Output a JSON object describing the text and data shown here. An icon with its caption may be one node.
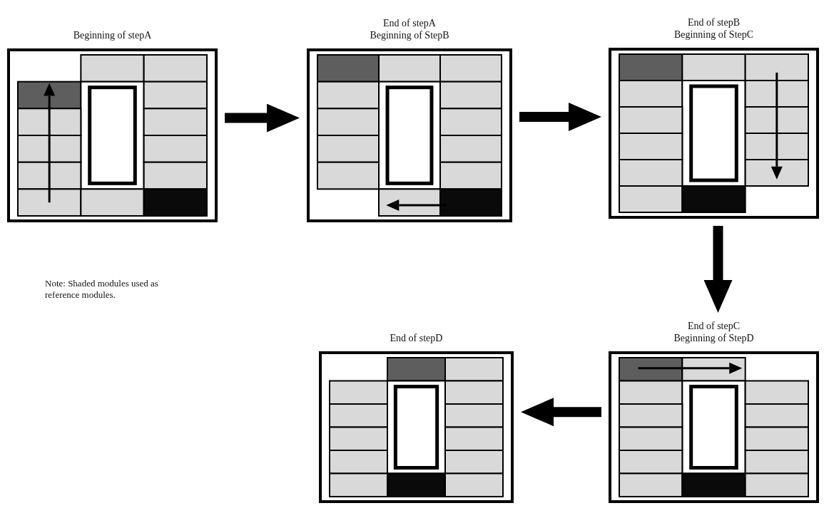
{
  "diagram": {
    "nodes": [
      {
        "text": [
          "Beginning of stepA"
        ]
      },
      {
        "text": [
          "End of stepA",
          "Beginning of StepB"
        ]
      },
      {
        "text": [
          "End of stepB",
          "Beginning of StepC"
        ]
      },
      {
        "text": [
          "End of stepD"
        ]
      },
      {
        "text": [
          "End of stepC",
          "Beginning of StepD"
        ]
      }
    ],
    "edges": [
      {
        "from": 0,
        "to": 1,
        "arrow": "to"
      },
      {
        "from": 1,
        "to": 2,
        "arrow": "to"
      },
      {
        "from": 2,
        "to": 4,
        "arrow": "to"
      },
      {
        "from": 4,
        "to": 3,
        "arrow": "to"
      }
    ],
    "labels": [
      "Note: Shaded modules used as reference modules."
    ]
  }
}
